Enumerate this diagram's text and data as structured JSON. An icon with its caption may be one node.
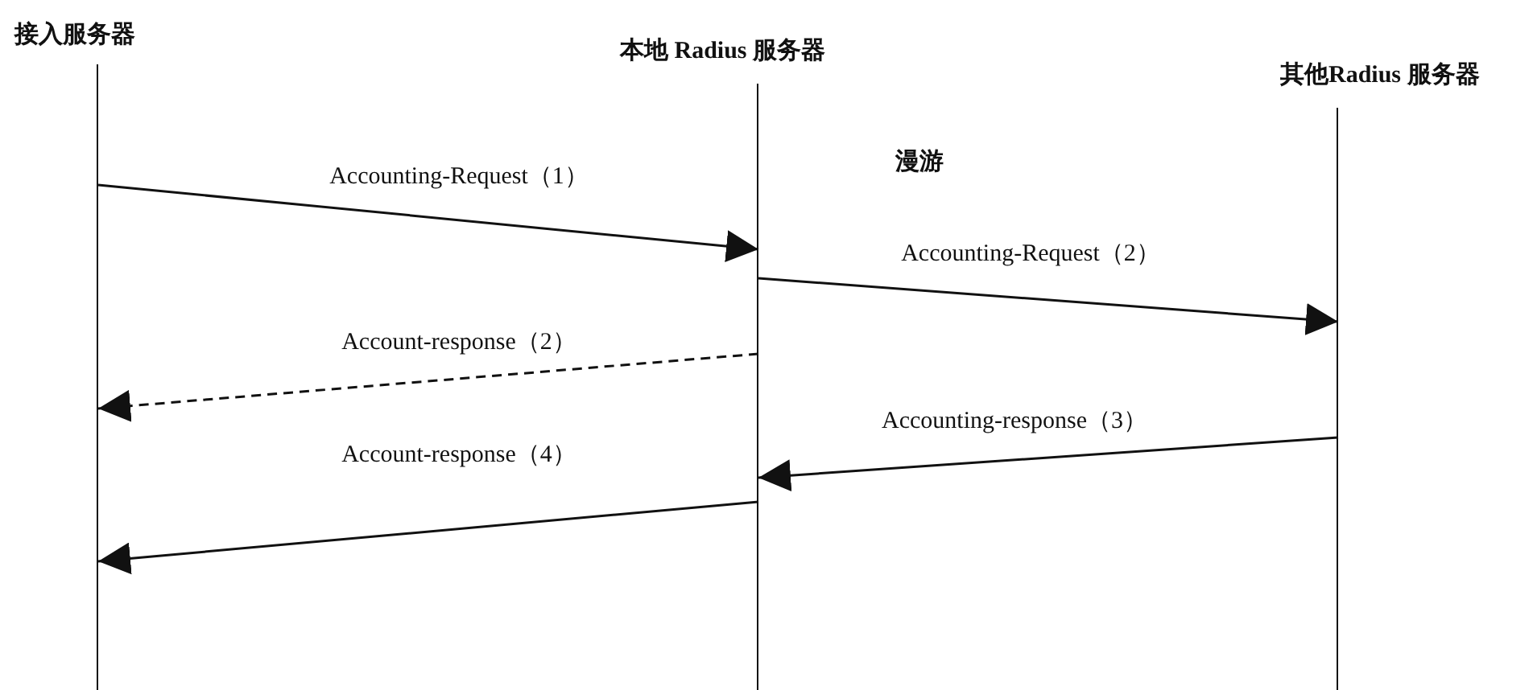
{
  "diagram": {
    "nodes": [
      {
        "text": [
          "接入服务器"
        ]
      },
      {
        "text": [
          "本地 Radius 服务器"
        ]
      },
      {
        "text": [
          "其他Radius 服务器"
        ]
      }
    ],
    "edges": [
      {
        "from": 0,
        "to": 1,
        "arrow": "to",
        "label": "Accounting-Request（1）"
      },
      {
        "from": 1,
        "to": 2,
        "arrow": "to",
        "label": "Accounting-Request（2）"
      },
      {
        "from": 1,
        "to": 0,
        "arrow": "to",
        "label": "Account-response（2）",
        "style": "dashed"
      },
      {
        "from": 2,
        "to": 1,
        "arrow": "to",
        "label": "Accounting-response（3）"
      },
      {
        "from": 1,
        "to": 0,
        "arrow": "to",
        "label": "Account-response（4）"
      }
    ],
    "labels": [
      "漫游"
    ]
  }
}
